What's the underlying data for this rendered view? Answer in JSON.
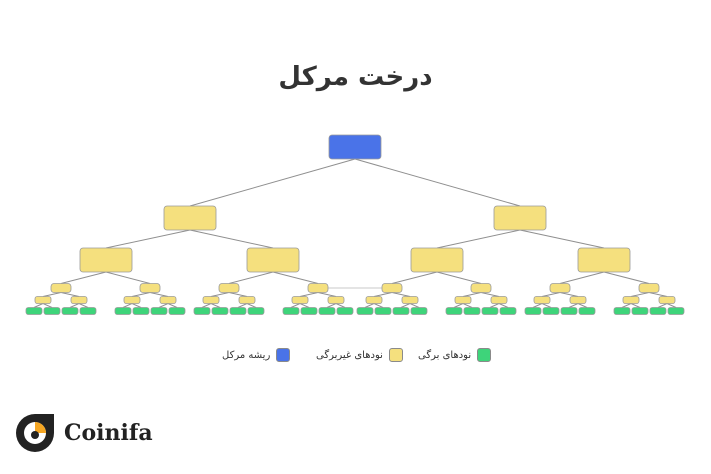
{
  "title": "درخت مرکل",
  "colors": {
    "root": "#4a73e8",
    "internal": "#f5e07e",
    "leaf": "#3ed47a",
    "edge": "#8f8f8f",
    "brand": "#f5a623"
  },
  "legend": {
    "root": "ریشه مرکل",
    "internal": "نودهای غیربرگی",
    "leaf": "نودهای برگی"
  },
  "brand": {
    "name": "Coinifa",
    "logo_icon": "coinifa-logo-icon"
  }
}
